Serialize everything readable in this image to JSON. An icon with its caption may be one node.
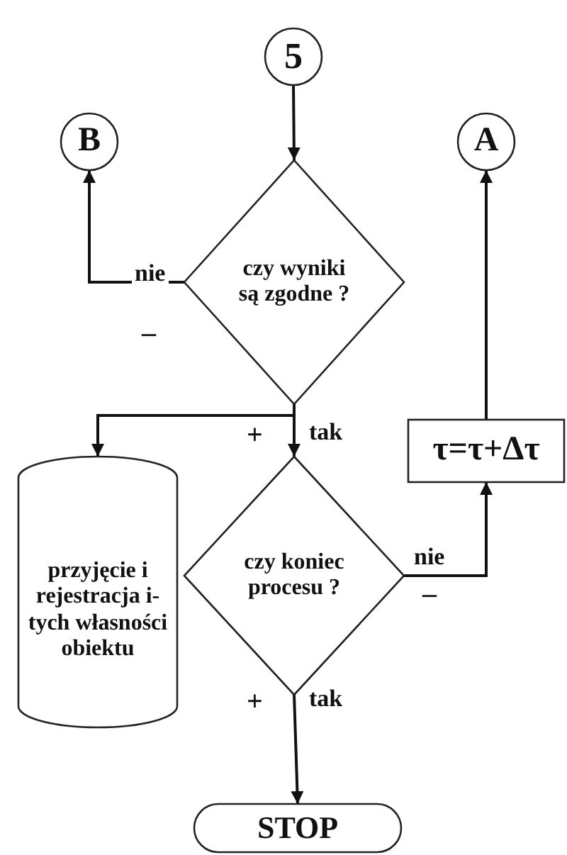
{
  "diagram": {
    "nodes": [
      {
        "text": [
          "5"
        ]
      },
      {
        "text": [
          "B"
        ]
      },
      {
        "text": [
          "A"
        ]
      },
      {
        "text": [
          "czy wyniki są zgodne ?"
        ]
      },
      {
        "text": [
          "przyjęcie i rejestracja i-tych własności obiektu"
        ]
      },
      {
        "text": [
          "τ=τ+Δτ"
        ]
      },
      {
        "text": [
          "czy koniec procesu ?"
        ]
      },
      {
        "text": [
          "STOP"
        ]
      }
    ],
    "edges": [
      {
        "from": 0,
        "to": 3,
        "arrow": "to"
      },
      {
        "from": 3,
        "to": 1,
        "arrow": "to",
        "label": "nie"
      },
      {
        "from": 3,
        "to": 4,
        "arrow": "to"
      },
      {
        "from": 3,
        "to": 6,
        "arrow": "to",
        "label": "tak"
      },
      {
        "from": 6,
        "to": 5,
        "arrow": "to",
        "label": "nie"
      },
      {
        "from": 5,
        "to": 2,
        "arrow": "to"
      },
      {
        "from": 6,
        "to": 7,
        "arrow": "to",
        "label": "tak"
      }
    ],
    "labels": [
      "–",
      "+",
      "–",
      "+"
    ]
  }
}
